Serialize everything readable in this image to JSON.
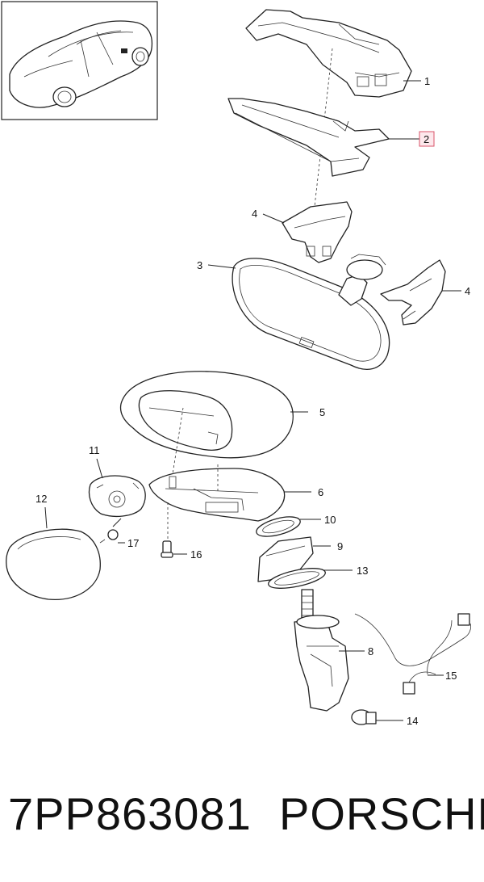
{
  "callouts": {
    "c1": "1",
    "c2": "2",
    "c3": "3",
    "c4a": "4",
    "c4b": "4",
    "c5": "5",
    "c6": "6",
    "c8": "8",
    "c9": "9",
    "c10": "10",
    "c11": "11",
    "c12": "12",
    "c13": "13",
    "c14": "14",
    "c15": "15",
    "c16": "16",
    "c17": "17"
  },
  "highlighted_callout": "2",
  "footer": {
    "part_number": "7PP863081",
    "brand": "PORSCHE"
  },
  "colors": {
    "line": "#222222",
    "highlight_fill": "#fde8ec",
    "highlight_stroke": "#d9536a"
  }
}
